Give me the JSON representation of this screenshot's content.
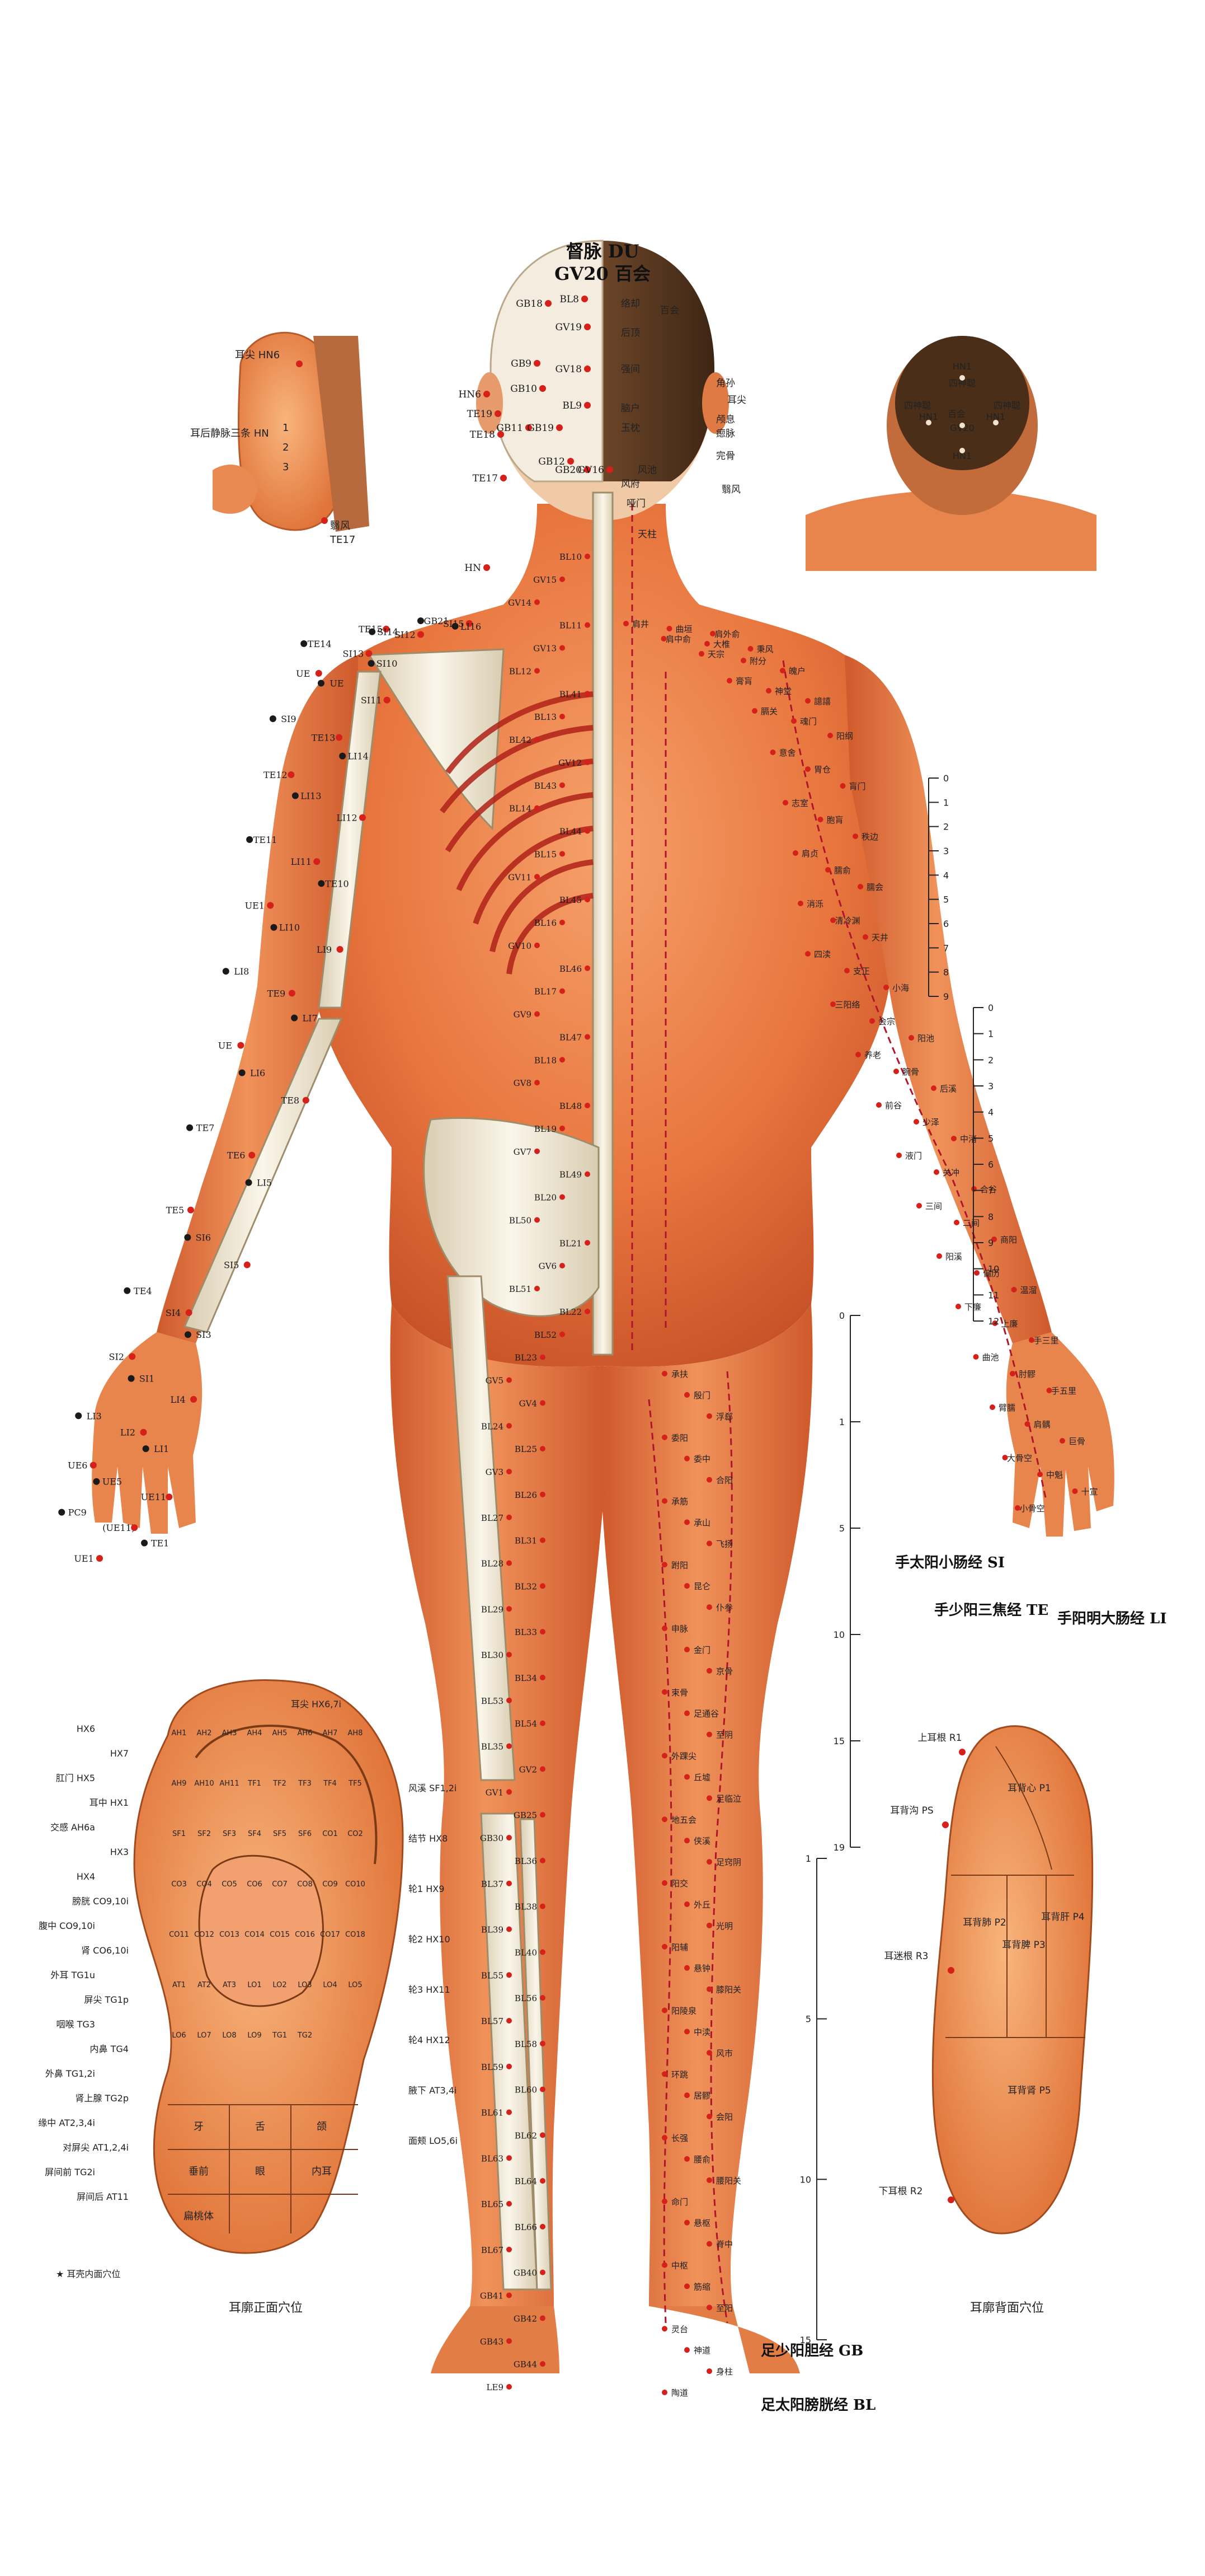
{
  "header": {
    "meridian_title": "督脉 DU",
    "top_point": "GV20 百会"
  },
  "left_head_labels": [
    "GB18",
    "GB9",
    "GB10",
    "HN6",
    "TE19",
    "TE18",
    "GB11",
    "GB19",
    "BL9",
    "GV19",
    "GV18",
    "BL8",
    "GB12",
    "GB20",
    "GV16",
    "TE17",
    "HN"
  ],
  "right_head_labels": [
    "络却",
    "百会",
    "后顶",
    "强间",
    "耳尖",
    "角孙",
    "脑户",
    "玉枕",
    "颅息",
    "瘛脉",
    "翳风",
    "完骨",
    "风池",
    "风府",
    "天柱",
    "哑门"
  ],
  "ear_inset": {
    "labels": [
      "耳尖 HN6",
      "耳后静脉三条 HN",
      "1",
      "2",
      "3",
      "翳风",
      "TE17"
    ]
  },
  "back_head_inset": {
    "labels": [
      "HN1",
      "四神聪",
      "百会",
      "GV20",
      "HN1",
      "四神聪",
      "HN1",
      "四神聪",
      "HN1"
    ]
  },
  "trunk_left_labels": [
    "GB21",
    "SI15",
    "LI16",
    "TE15",
    "SI14",
    "SI12",
    "TE14",
    "SI13",
    "SI10",
    "UE",
    "UE",
    "SI11",
    "SI9",
    "TE13",
    "LI14",
    "TE12",
    "LI13",
    "LI12",
    "TE11",
    "LI11",
    "TE10",
    "UE1",
    "LI10",
    "LI9",
    "LI8",
    "TE9",
    "LI7",
    "UE",
    "LI6",
    "TE8",
    "TE7",
    "TE6",
    "LI5",
    "TE5",
    "SI6",
    "SI5",
    "TE4",
    "SI4",
    "SI3",
    "SI2",
    "SI1",
    "LI4",
    "LI3",
    "LI2",
    "LI1",
    "UE6",
    "UE5",
    "UE11",
    "PC9",
    "(UE11)",
    "TE1",
    "UE1"
  ],
  "spine_labels": [
    "BL10",
    "GV15",
    "GV14",
    "BL11",
    "GV13",
    "BL12",
    "BL41",
    "BL13",
    "BL42",
    "GV12",
    "BL43",
    "BL14",
    "BL44",
    "BL15",
    "GV11",
    "BL45",
    "BL16",
    "GV10",
    "BL46",
    "BL17",
    "GV9",
    "BL47",
    "BL18",
    "GV8",
    "BL48",
    "BL19",
    "GV7",
    "BL49",
    "BL20",
    "BL50",
    "BL21",
    "GV6",
    "BL51",
    "BL22",
    "BL52",
    "BL23",
    "GV5",
    "GV4",
    "BL24",
    "BL25",
    "GV3",
    "BL26",
    "BL27",
    "BL31",
    "BL28",
    "BL32",
    "BL29",
    "BL33",
    "BL30",
    "BL34",
    "BL53",
    "BL54",
    "BL35",
    "GV2",
    "GV1",
    "GB25",
    "GB30",
    "BL36",
    "BL37",
    "BL38",
    "BL39",
    "BL40",
    "BL55",
    "BL56",
    "BL57",
    "BL58",
    "BL59",
    "BL60",
    "BL61",
    "BL62",
    "BL63",
    "BL64",
    "BL65",
    "BL66",
    "BL67",
    "GB40",
    "GB41",
    "GB42",
    "GB43",
    "GB44",
    "LE9"
  ],
  "trunk_right_labels": [
    "肩井",
    "曲垣",
    "肩外俞",
    "肩中俞",
    "大椎",
    "秉风",
    "天宗",
    "附分",
    "魄户",
    "膏肓",
    "神堂",
    "譩譆",
    "膈关",
    "魂门",
    "阳纲",
    "意舍",
    "胃仓",
    "肓门",
    "志室",
    "胞肓",
    "秩边",
    "肩贞",
    "臑俞",
    "臑会",
    "消泺",
    "清冷渊",
    "天井",
    "四渎",
    "支正",
    "小海",
    "三阳络",
    "会宗",
    "阳池",
    "养老",
    "腕骨",
    "后溪",
    "前谷",
    "少泽",
    "中渚",
    "液门",
    "关冲",
    "合谷",
    "三间",
    "二间",
    "商阳",
    "阳溪",
    "偏历",
    "温溜",
    "下廉",
    "上廉",
    "手三里",
    "曲池",
    "肘髎",
    "手五里",
    "臂臑",
    "肩髃",
    "巨骨",
    "大骨空",
    "中魁",
    "十宣",
    "小骨空"
  ],
  "leg_right_labels": [
    "承扶",
    "殷门",
    "浮郄",
    "委阳",
    "委中",
    "合阳",
    "承筋",
    "承山",
    "飞扬",
    "跗阳",
    "昆仑",
    "仆参",
    "申脉",
    "金门",
    "京骨",
    "束骨",
    "足通谷",
    "至阴",
    "外踝尖",
    "丘墟",
    "足临泣",
    "地五会",
    "侠溪",
    "足窍阴",
    "阳交",
    "外丘",
    "光明",
    "阳辅",
    "悬钟",
    "膝阳关",
    "阳陵泉",
    "中渎",
    "风市",
    "环跳",
    "居髎",
    "会阳",
    "长强",
    "腰俞",
    "腰阳关",
    "命门",
    "悬枢",
    "脊中",
    "中枢",
    "筋缩",
    "至阳",
    "灵台",
    "神道",
    "身柱",
    "陶道"
  ],
  "meridian_legend": [
    {
      "label": "手太阳小肠经 SI",
      "code": "SI"
    },
    {
      "label": "手少阳三焦经 TE",
      "code": "TE"
    },
    {
      "label": "手阳明大肠经 LI",
      "code": "LI"
    },
    {
      "label": "足少阳胆经 GB",
      "code": "GB"
    },
    {
      "label": "足太阳膀胱经 BL",
      "code": "BL"
    }
  ],
  "arm_scale_upper": {
    "ticks": [
      "0",
      "1",
      "2",
      "3",
      "4",
      "5",
      "6",
      "7",
      "8",
      "9"
    ]
  },
  "arm_scale_lower": {
    "ticks": [
      "0",
      "1",
      "2",
      "3",
      "4",
      "5",
      "6",
      "7",
      "8",
      "9",
      "10",
      "11",
      "12"
    ]
  },
  "leg_scale_upper": {
    "ticks": [
      "0",
      "1",
      "5",
      "10",
      "15",
      "19"
    ]
  },
  "leg_scale_lower": {
    "ticks": [
      "1",
      "5",
      "10",
      "15"
    ]
  },
  "ear_front": {
    "title": "耳廓正面穴位",
    "note": "★ 耳壳内面穴位",
    "left_labels": [
      "耳尖 HX6,7i",
      "HX6",
      "HX7",
      "肛门 HX5",
      "耳中 HX1",
      "交感 AH6a",
      "HX3",
      "HX4",
      "膀胱 CO9,10i",
      "腹中 CO9,10i",
      "肾 CO6,10i",
      "外耳 TG1u",
      "屏尖 TG1p",
      "咽喉 TG3",
      "内鼻 TG4",
      "外鼻 TG1,2i",
      "肾上腺 TG2p",
      "缘中 AT2,3,4i",
      "对屏尖 AT1,2,4i",
      "屏间前 TG2i",
      "屏间后 AT11"
    ],
    "right_labels": [
      "风溪 SF1,2i",
      "结节 HX8",
      "轮1 HX9",
      "轮2 HX10",
      "轮3 HX11",
      "轮4 HX12",
      "腋下 AT3,4i",
      "面颊 LO5,6i"
    ],
    "inner_labels": [
      "AH1",
      "AH2",
      "AH3",
      "AH4",
      "AH5",
      "AH6",
      "AH7",
      "AH8",
      "AH9",
      "AH10",
      "AH11",
      "TF1",
      "TF2",
      "TF3",
      "TF4",
      "TF5",
      "SF1",
      "SF2",
      "SF3",
      "SF4",
      "SF5",
      "SF6",
      "CO1",
      "CO2",
      "CO3",
      "CO4",
      "CO5",
      "CO6",
      "CO7",
      "CO8",
      "CO9",
      "CO10",
      "CO11",
      "CO12",
      "CO13",
      "CO14",
      "CO15",
      "CO16",
      "CO17",
      "CO18",
      "AT1",
      "AT2",
      "AT3",
      "LO1",
      "LO2",
      "LO3",
      "LO4",
      "LO5",
      "LO6",
      "LO7",
      "LO8",
      "LO9",
      "TG1",
      "TG2"
    ],
    "lobe_cells": [
      [
        "牙",
        "舌",
        "颌"
      ],
      [
        "垂前",
        "眼",
        "内耳"
      ],
      [
        "扁桃体"
      ]
    ]
  },
  "ear_back": {
    "title": "耳廓背面穴位",
    "labels": [
      "上耳根 R1",
      "耳背心 P1",
      "耳背沟 PS",
      "耳背肺 P2",
      "耳背脾 P3",
      "耳背肝 P4",
      "耳迷根 R3",
      "耳背肾 P5",
      "下耳根 R2"
    ]
  },
  "colors": {
    "skin": "#e8763e",
    "skin_light": "#f4a574",
    "skin_dark": "#c9562a",
    "bone": "#f2ead8",
    "point_red": "#d6201a",
    "point_black": "#1a1a1a",
    "hair": "#5a3a22",
    "meridian_dash": "#b0142b"
  }
}
